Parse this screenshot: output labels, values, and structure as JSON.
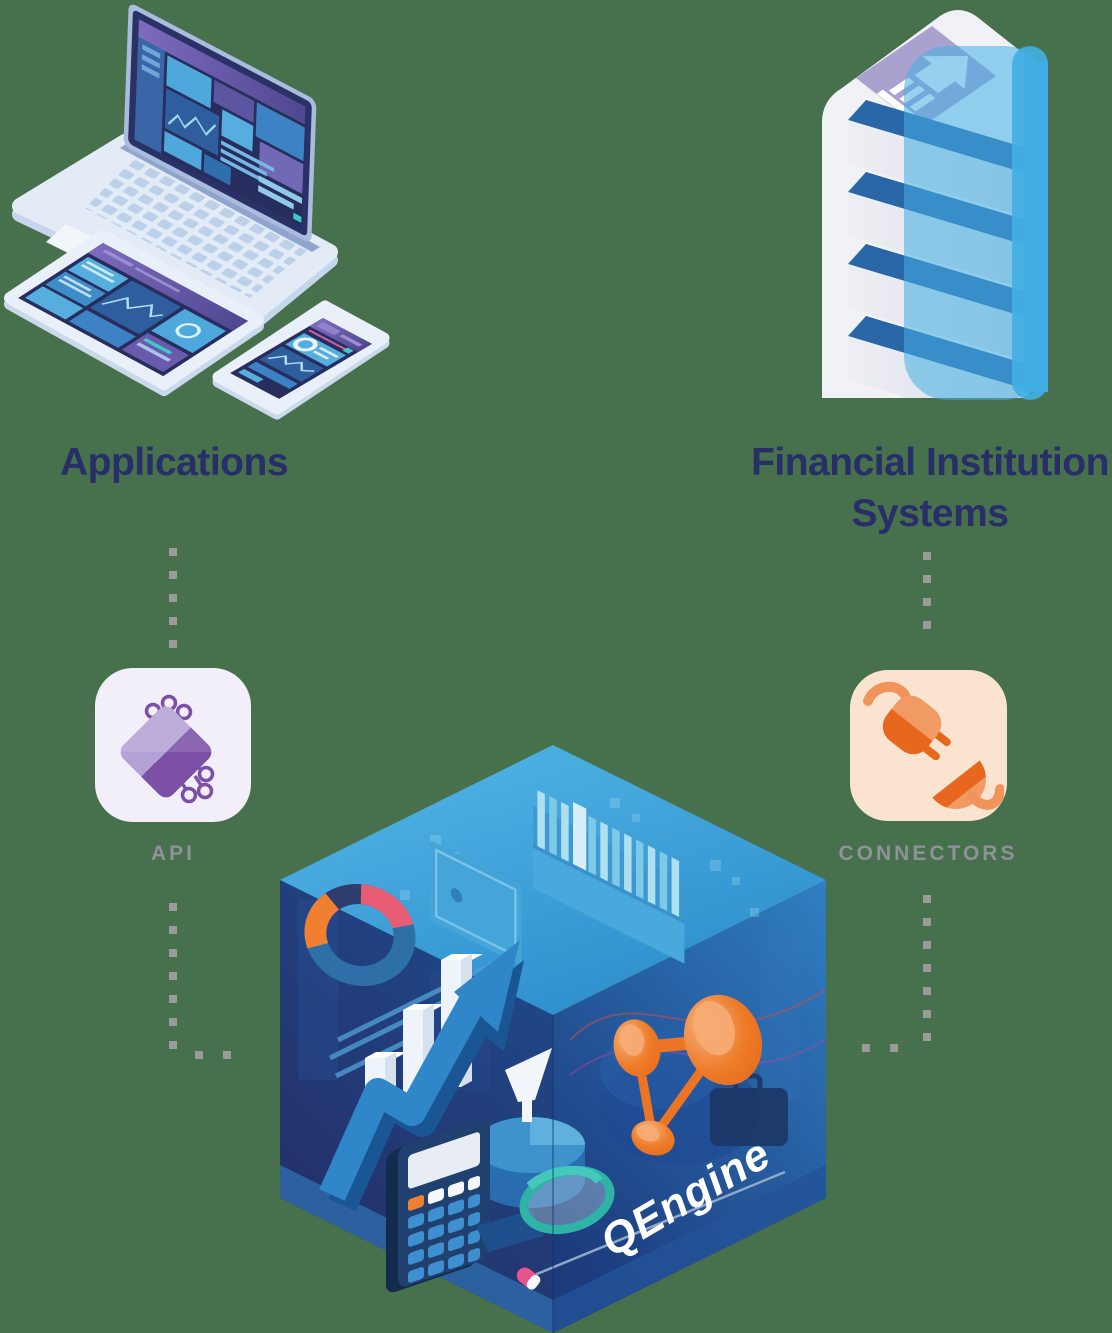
{
  "page": {
    "background_color": "#47704C",
    "type": "architecture-diagram"
  },
  "nodes": {
    "applications": {
      "title": "Applications",
      "icon": "devices-illustration",
      "devices": [
        "laptop",
        "tablet",
        "smartphone"
      ]
    },
    "financial_systems": {
      "title_line1": "Financial Institution",
      "title_line2": "Systems",
      "icon": "server-illustration",
      "badge_icon": "bank-arrow-icon"
    },
    "api": {
      "label": "API",
      "icon": "api-icon",
      "card_color": "#F2EFFB",
      "accent_color": "#7B50A6"
    },
    "connectors": {
      "label": "CONNECTORS",
      "icon": "plug-icon",
      "card_color": "#FBE4CF",
      "accent_color": "#E8671F"
    },
    "engine": {
      "label": "QEngine",
      "icon": "cube-illustration",
      "contents": [
        "file-cabinet",
        "donut-chart",
        "bar-chart",
        "growth-arrow",
        "calculator",
        "funnel",
        "pie-chart",
        "network-nodes",
        "magnifier",
        "eraser"
      ]
    }
  },
  "connections": [
    {
      "from": "applications",
      "to": "api",
      "style": "dotted"
    },
    {
      "from": "api",
      "to": "engine",
      "style": "dotted"
    },
    {
      "from": "financial_systems",
      "to": "connectors",
      "style": "dotted"
    },
    {
      "from": "connectors",
      "to": "engine",
      "style": "dotted"
    }
  ],
  "colors": {
    "title_text": "#272E68",
    "label_text": "#8F9298",
    "connector_dot": "#9B9B9B",
    "cube_top": "#3FA0D8",
    "cube_left": "#1E4587",
    "cube_right": "#2A6FB5",
    "orange_accent": "#ED7B28",
    "red_accent": "#E85C74",
    "teal_accent": "#2EB3A6",
    "white": "#FFFFFF"
  }
}
